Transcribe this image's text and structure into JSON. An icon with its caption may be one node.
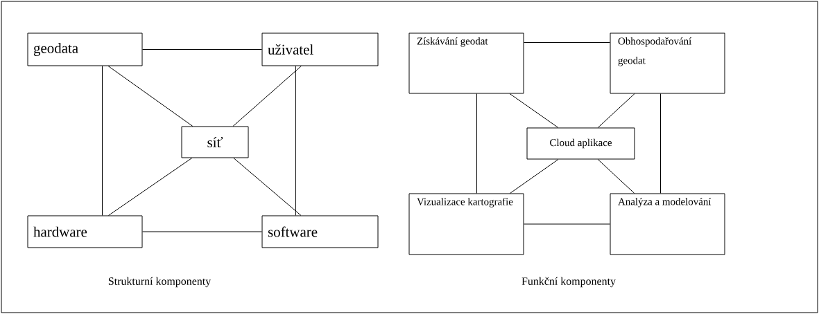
{
  "diagram": {
    "nodes": [
      {
        "text": [
          "geodata"
        ]
      },
      {
        "text": [
          "uživatel"
        ]
      },
      {
        "text": [
          "síť"
        ]
      },
      {
        "text": [
          "hardware"
        ]
      },
      {
        "text": [
          "software"
        ]
      },
      {
        "text": [
          "Získávání geodat"
        ]
      },
      {
        "text": [
          "Obhospodařování geodat"
        ]
      },
      {
        "text": [
          "Cloud aplikace"
        ]
      },
      {
        "text": [
          "Vizualizace kartografie"
        ]
      },
      {
        "text": [
          "Analýza a modelování"
        ]
      }
    ],
    "edges": [
      {
        "from": 0,
        "to": 1,
        "arrow": "none"
      },
      {
        "from": 0,
        "to": 3,
        "arrow": "none"
      },
      {
        "from": 1,
        "to": 4,
        "arrow": "none"
      },
      {
        "from": 3,
        "to": 4,
        "arrow": "none"
      },
      {
        "from": 0,
        "to": 2,
        "arrow": "none"
      },
      {
        "from": 1,
        "to": 2,
        "arrow": "none"
      },
      {
        "from": 3,
        "to": 2,
        "arrow": "none"
      },
      {
        "from": 4,
        "to": 2,
        "arrow": "none"
      },
      {
        "from": 5,
        "to": 6,
        "arrow": "none"
      },
      {
        "from": 5,
        "to": 8,
        "arrow": "none"
      },
      {
        "from": 6,
        "to": 9,
        "arrow": "none"
      },
      {
        "from": 8,
        "to": 9,
        "arrow": "none"
      },
      {
        "from": 5,
        "to": 7,
        "arrow": "none"
      },
      {
        "from": 6,
        "to": 7,
        "arrow": "none"
      },
      {
        "from": 8,
        "to": 7,
        "arrow": "none"
      },
      {
        "from": 9,
        "to": 7,
        "arrow": "none"
      }
    ],
    "labels": [
      "Strukturní komponenty",
      "Funkční komponenty"
    ]
  }
}
